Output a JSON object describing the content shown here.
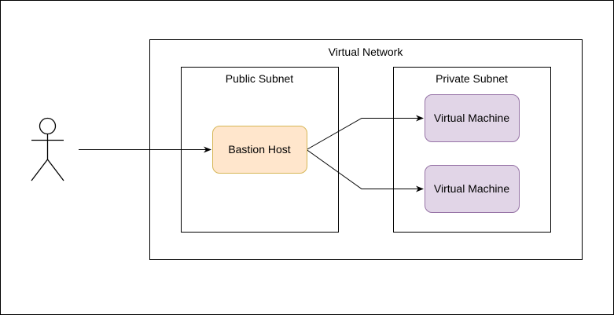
{
  "diagram": {
    "virtual_network": {
      "label": "Virtual Network"
    },
    "public_subnet": {
      "label": "Public Subnet"
    },
    "private_subnet": {
      "label": "Private Subnet"
    },
    "bastion_host": {
      "label": "Bastion Host"
    },
    "virtual_machines": [
      {
        "label": "Virtual Machine"
      },
      {
        "label": "Virtual Machine"
      }
    ],
    "actor": {
      "icon": "user-icon"
    }
  },
  "colors": {
    "border": "#000000",
    "bastion_fill": "#ffe6cc",
    "bastion_stroke": "#d6b656",
    "vm_fill": "#e1d5e7",
    "vm_stroke": "#9673a6",
    "background": "#ffffff"
  }
}
